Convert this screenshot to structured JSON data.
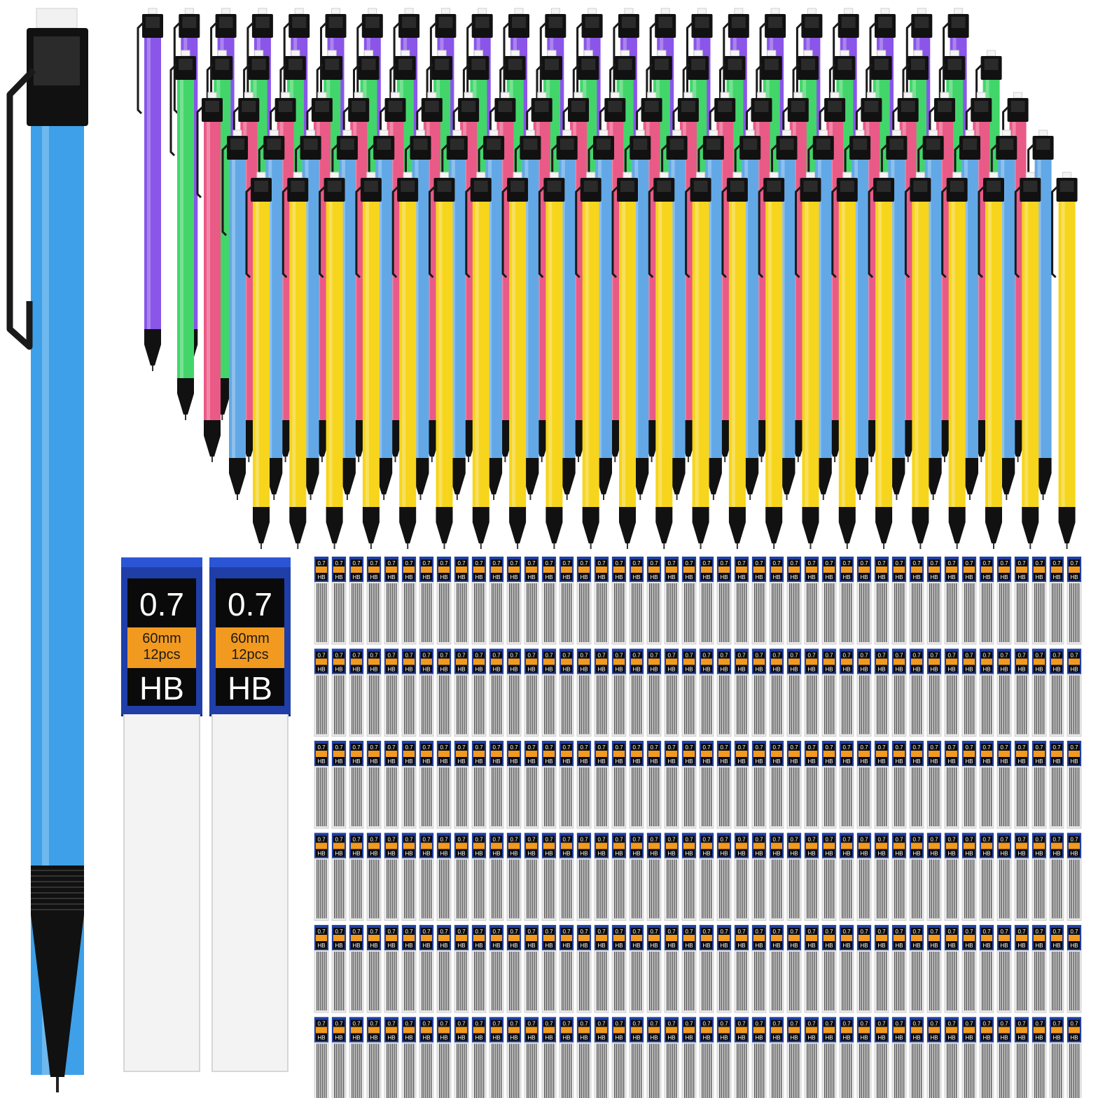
{
  "colors": {
    "big_pencil_barrel": "#3ea0e8",
    "black_parts": "#111111",
    "lead_cap": "#1f3ea8",
    "lead_label_orange": "#f29a1f",
    "pencil_rows": [
      "#8a55e8",
      "#42d66a",
      "#ea5a86",
      "#62a8e6",
      "#f6d51c"
    ]
  },
  "featured_lead_boxes": [
    {
      "size": "0.7",
      "length": "60mm",
      "count": "12pcs",
      "grade": "HB"
    },
    {
      "size": "0.7",
      "length": "60mm",
      "count": "12pcs",
      "grade": "HB"
    }
  ],
  "small_lead_box": {
    "size": "0.7",
    "grade": "HB"
  },
  "pencil_grid": {
    "rows": 5,
    "columns": 23,
    "row_colors": [
      "purple",
      "green",
      "pink",
      "blue",
      "yellow"
    ]
  },
  "lead_grid": {
    "rows": 6,
    "columns": 45
  }
}
